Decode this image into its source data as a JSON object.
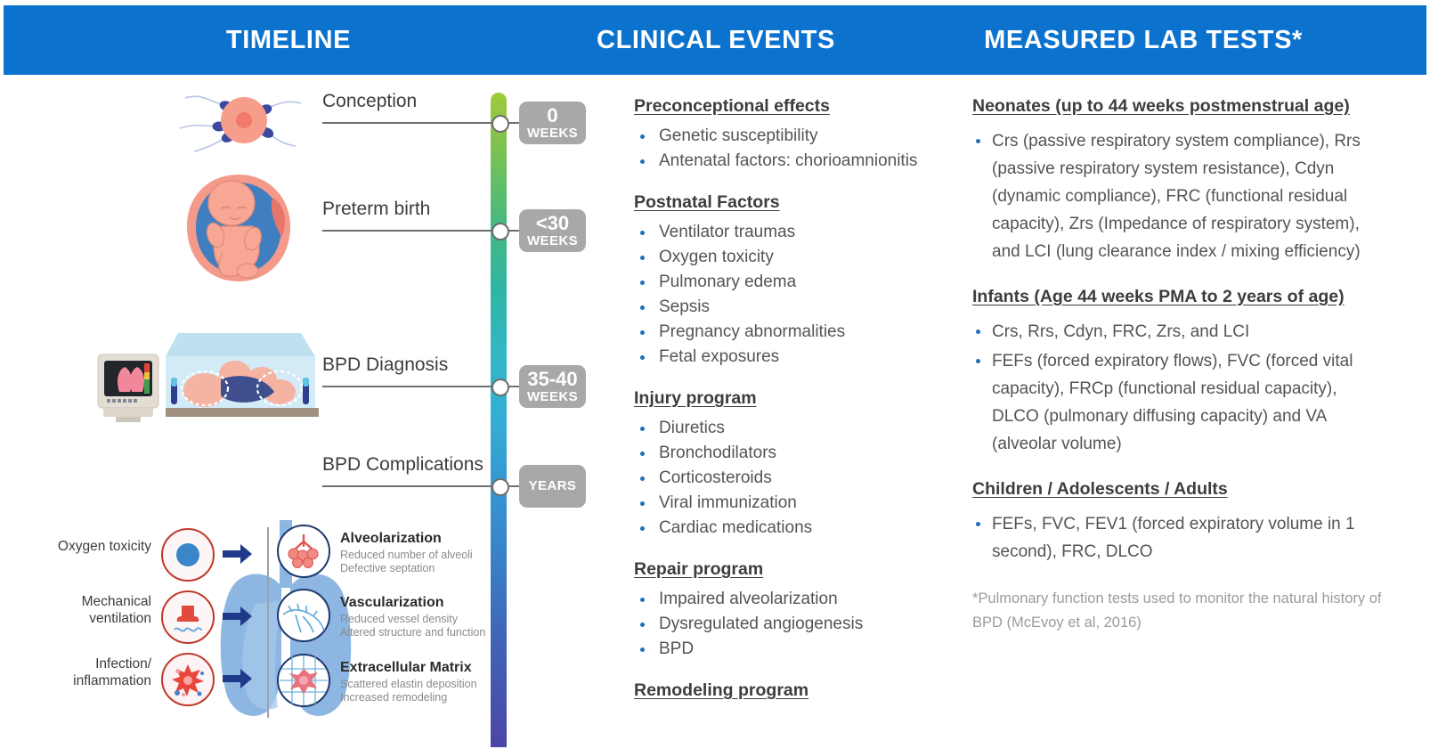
{
  "header": {
    "columns": [
      {
        "label": "TIMELINE"
      },
      {
        "label": "CLINICAL EVENTS"
      },
      {
        "label": "MEASURED LAB TESTS*"
      }
    ],
    "bar_color": "#0b72ce"
  },
  "timeline": {
    "gradient_from": "#a0ca3c",
    "gradient_to": "#4b45a8",
    "events": [
      {
        "label": "Conception",
        "badge_main": "0",
        "badge_sub": "WEEKS"
      },
      {
        "label": "Preterm birth",
        "badge_main": "<30",
        "badge_sub": "WEEKS"
      },
      {
        "label": "BPD Diagnosis",
        "badge_main": "35-40",
        "badge_sub": "WEEKS"
      },
      {
        "label": "BPD Complications",
        "badge_main": "",
        "badge_sub": "YEARS"
      }
    ],
    "illustrations": [
      {
        "name": "conception-sperm-egg-illustration"
      },
      {
        "name": "fetus-in-womb-illustration"
      },
      {
        "name": "neonatal-incubator-illustration"
      }
    ]
  },
  "clinical_events": {
    "sections": [
      {
        "heading": "Preconceptional effects",
        "items": [
          "Genetic susceptibility",
          "Antenatal factors: chorioamnionitis"
        ]
      },
      {
        "heading": "Postnatal Factors",
        "items": [
          "Ventilator traumas",
          "Oxygen toxicity",
          "Pulmonary edema",
          "Sepsis",
          "Pregnancy abnormalities",
          "Fetal exposures"
        ]
      },
      {
        "heading": "Injury program",
        "items": [
          "Diuretics",
          "Bronchodilators",
          "Corticosteroids",
          "Viral immunization",
          "Cardiac medications"
        ]
      },
      {
        "heading": "Repair program",
        "items": [
          "Impaired alveolarization",
          "Dysregulated angiogenesis",
          "BPD"
        ]
      },
      {
        "heading": "Remodeling program",
        "items": []
      }
    ]
  },
  "lab_tests": {
    "sections": [
      {
        "heading": "Neonates (up to 44 weeks postmenstrual age)",
        "items": [
          "Crs (passive respiratory system compliance), Rrs (passive respiratory system resistance), Cdyn (dynamic compliance), FRC (functional residual capacity), Zrs (Impedance of respiratory system), and LCI (lung clearance index / mixing efficiency)"
        ]
      },
      {
        "heading": "Infants (Age 44 weeks PMA to 2 years of age)",
        "items": [
          "Crs, Rrs, Cdyn, FRC, Zrs,  and LCI",
          "FEFs (forced expiratory flows), FVC (forced vital capacity), FRCp (functional residual capacity), DLCO (pulmonary diffusing capacity) and VA (alveolar volume)"
        ]
      },
      {
        "heading": "Children / Adolescents / Adults",
        "items": [
          "FEFs, FVC, FEV1 (forced expiratory volume in 1 second), FRC, DLCO"
        ]
      }
    ],
    "footnote": "*Pulmonary function tests used to monitor the natural history of BPD (McEvoy et al, 2016)"
  },
  "lung_diagram": {
    "causes": [
      {
        "label": "Oxygen toxicity",
        "icon": "oxygen-toxicity-icon"
      },
      {
        "label": "Mechanical ventilation",
        "icon": "mechanical-ventilation-icon"
      },
      {
        "label": "Infection/ inflammation",
        "icon": "infection-inflammation-icon"
      }
    ],
    "outcomes": [
      {
        "title": "Alveolarization",
        "lines": [
          "Reduced number of alveoli",
          "Defective septation"
        ],
        "icon": "alveoli-icon"
      },
      {
        "title": "Vascularization",
        "lines": [
          "Reduced vessel density",
          "Altered structure and function"
        ],
        "icon": "vasculature-icon"
      },
      {
        "title": "Extracellular Matrix",
        "lines": [
          "Scattered elastin deposition",
          "Increased remodeling"
        ],
        "icon": "extracellular-matrix-icon"
      }
    ]
  }
}
